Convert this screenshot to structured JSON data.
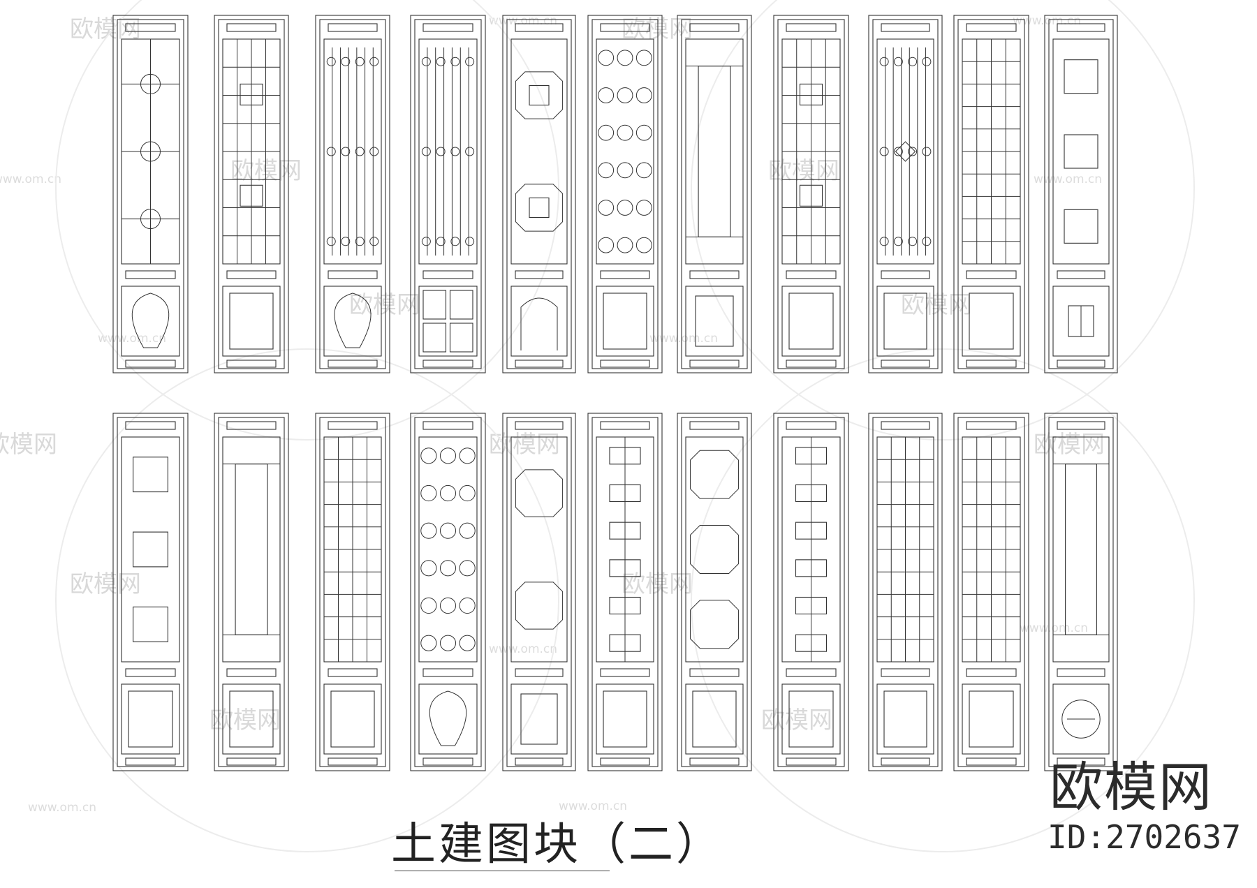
{
  "drawing": {
    "title": "土建图块（二）",
    "brand_name": "欧模网",
    "brand_id": "ID:2702637",
    "watermark_text": "欧模网",
    "watermark_url": "www.om.cn",
    "line_color": "#333333",
    "rows": [
      {
        "panels": [
          {
            "lattice": "cloud-cross",
            "lower": "ruyi-leaf"
          },
          {
            "lattice": "grid-center-square",
            "lower": "plain-panel"
          },
          {
            "lattice": "vertical-bars-beads",
            "lower": "ruyi-leaf"
          },
          {
            "lattice": "bars-with-flowers",
            "lower": "split-blocks"
          },
          {
            "lattice": "octagon-squares",
            "lower": "arch-niche"
          },
          {
            "lattice": "flower-circles",
            "lower": "plain-panel"
          },
          {
            "lattice": "long-frame",
            "lower": "fret-frame"
          },
          {
            "lattice": "grid-rectangles",
            "lower": "plain-panel"
          },
          {
            "lattice": "bars-diamond",
            "lower": "plain-panel"
          },
          {
            "lattice": "diagonal-grid",
            "lower": "plain-panel"
          },
          {
            "lattice": "scroll-frames",
            "lower": "shou-symbol"
          }
        ]
      },
      {
        "panels": [
          {
            "lattice": "triple-squares",
            "lower": "plain-panel"
          },
          {
            "lattice": "long-frame-fret",
            "lower": "plain-panel"
          },
          {
            "lattice": "octagon-grid",
            "lower": "plain-panel"
          },
          {
            "lattice": "flower-lattice",
            "lower": "ruyi-leaf"
          },
          {
            "lattice": "two-octagons",
            "lower": "small-frame"
          },
          {
            "lattice": "cross-steps",
            "lower": "plain-panel"
          },
          {
            "lattice": "octagon-stack",
            "lower": "plain-panel"
          },
          {
            "lattice": "cross-steps",
            "lower": "plain-panel"
          },
          {
            "lattice": "grid-x-marks",
            "lower": "plain-panel"
          },
          {
            "lattice": "grid-scrolls",
            "lower": "plain-panel"
          },
          {
            "lattice": "long-frame",
            "lower": "shou-medallion"
          }
        ]
      }
    ]
  }
}
